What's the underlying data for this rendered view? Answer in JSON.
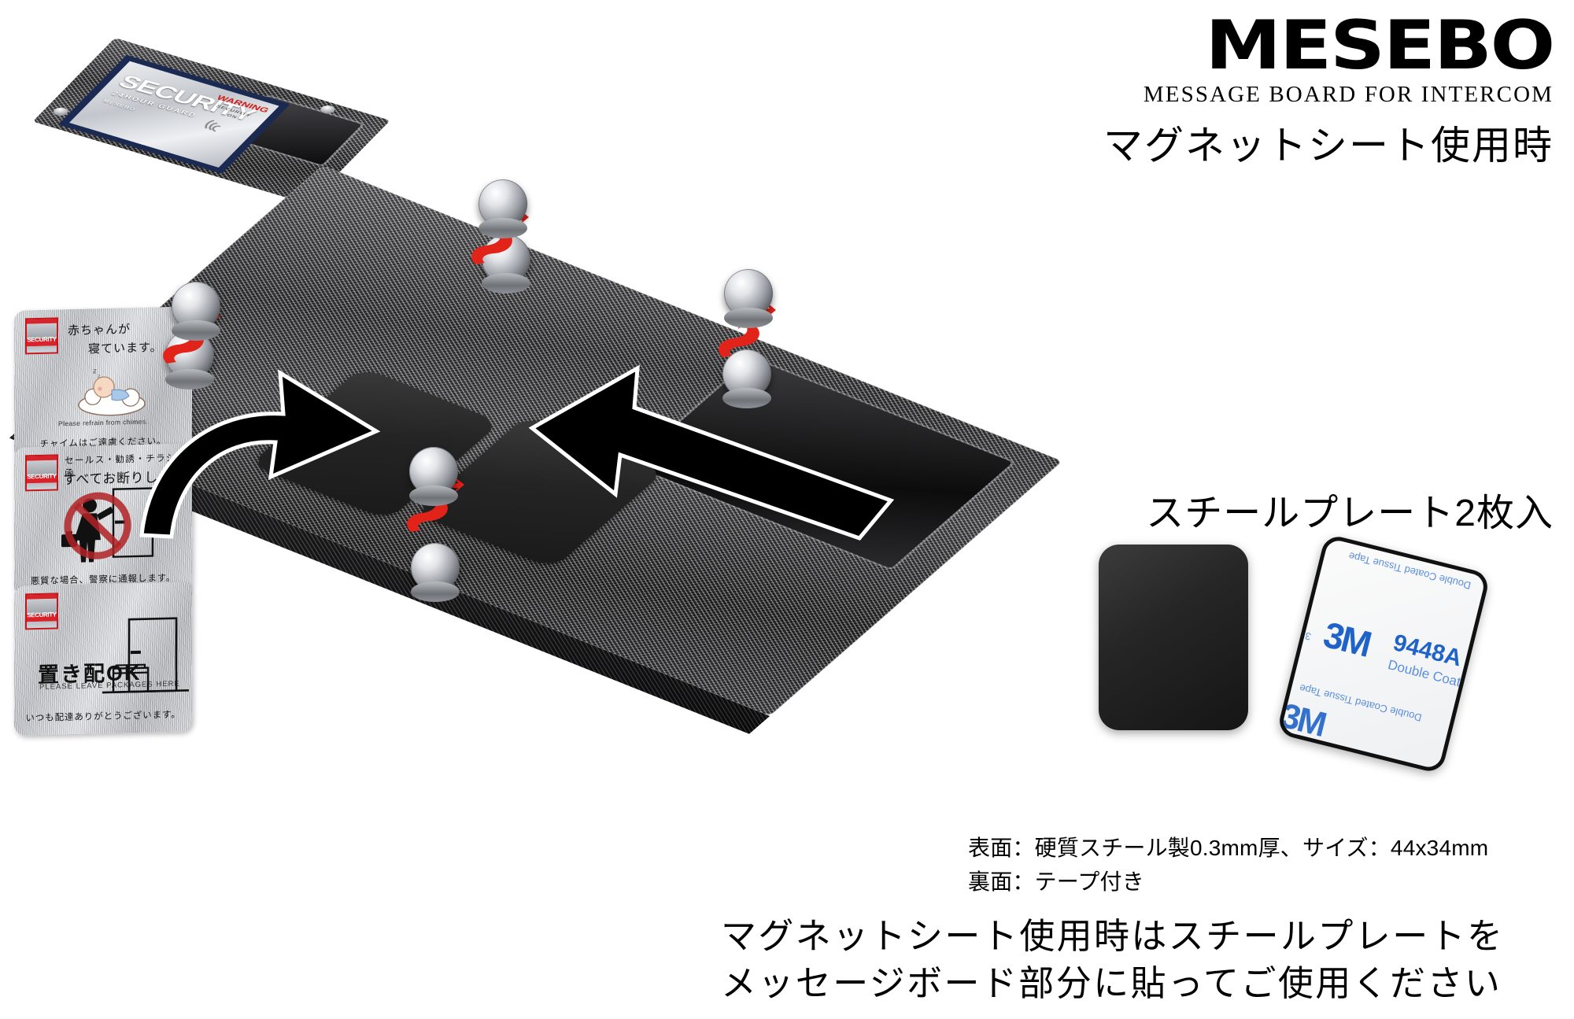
{
  "brand": {
    "wordmark": "MESEBO",
    "subtitle": "MESSAGE BOARD FOR INTERCOM",
    "heading": "マグネットシート使用時"
  },
  "plate_section": {
    "heading": "スチールプレート2枚入",
    "spec_lines": [
      "表面：硬質スチール製0.3mm厚、サイズ：44x34mm",
      "裏面：テープ付き"
    ]
  },
  "bottom_note": {
    "line1": "マグネットシート使用時はスチールプレートを",
    "line2": "メッセージボード部分に貼ってご使用ください"
  },
  "inset_photo": {
    "card_title": "SECURITY",
    "card_subtitle": "24HOUR GUARD",
    "card_brand": "MESEBO",
    "warning_label": "WARNING",
    "warning_sub1": "SECURITY",
    "warning_sub2": "ON"
  },
  "sign_cards": [
    {
      "badge": "SECURITY",
      "title_line1": "赤ちゃんが",
      "title_line2": "寝ています。",
      "english": "Please refrain from chimes.",
      "footer": "チャイムはご遠慮ください。",
      "icon": "sleeping-baby-icon"
    },
    {
      "badge": "SECURITY",
      "title_line1": "セールス・勧誘・チラシ投函",
      "title_line2": "すべてお断りします",
      "english": "",
      "footer": "悪質な場合、警察に通報します。",
      "icon": "no-solicitation-icon"
    },
    {
      "badge": "SECURITY",
      "title_line1": "置き配OK",
      "title_line2": "",
      "english": "PLEASE LEAVE PACKAGES HERE",
      "footer": "いつも配達ありがとうございます。",
      "icon": "package-at-door-icon"
    }
  ],
  "tape_product": {
    "brand": "3M",
    "model": "9448A",
    "desc": "Double Coated Tissue Tape",
    "repeat_text": "Double Coated Tissue Tape"
  },
  "colors": {
    "accent_red": "#e2231a",
    "security_red": "#d9232a",
    "tape_blue": "#1f63c9",
    "card_navy": "#1b2a52",
    "carbon_dark": "#2b2b2d"
  },
  "counts": {
    "magnets": 6,
    "steel_plates": 2
  }
}
